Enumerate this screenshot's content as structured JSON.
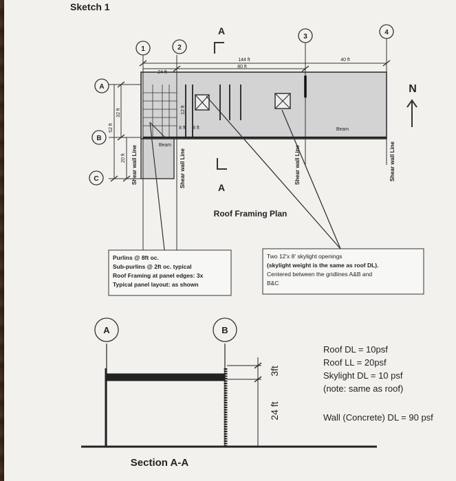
{
  "sheet_title": "Sketch 1",
  "plan": {
    "grid_columns": [
      "1",
      "2",
      "3",
      "4"
    ],
    "grid_rows": [
      "A",
      "B",
      "C"
    ],
    "section_marker": "A",
    "dims": {
      "overall": "144 ft",
      "inner": "80 ft",
      "right": "40 ft",
      "left_bay": "24 ft",
      "ab": "32 ft",
      "ac": "52 ft",
      "bc": "20 ft",
      "sub1": "12 ft",
      "sub2": "8 ft",
      "sub3": "8 ft"
    },
    "beam_labels": [
      "Beam",
      "Beam"
    ],
    "shear_wall_labels": [
      "Shear wall Line",
      "Shear wall Line",
      "Shear wall Line",
      "Shear wall Line"
    ],
    "north": "N",
    "title": "Roof Framing Plan"
  },
  "notes": {
    "left": [
      "Purlins @ 8ft oc.",
      "Sub-purlins @ 2ft oc. typical",
      "Roof Framing at panel edges: 3x",
      "Typical panel layout: as shown"
    ],
    "right": [
      "Two 12'x 8' skylight openings",
      "(skylight weight is the same as roof DL).",
      "Centered between the gridlines A&B and",
      "B&C"
    ]
  },
  "section": {
    "grid_a": "A",
    "grid_b": "B",
    "dim_top": "3ft",
    "dim_height": "24 ft",
    "title": "Section A-A"
  },
  "loads": [
    "Roof  DL = 10psf",
    "Roof LL = 20psf",
    "Skylight  DL = 10 psf",
    "(note: same as roof)",
    "",
    "Wall (Concrete) DL = 90 psf"
  ]
}
